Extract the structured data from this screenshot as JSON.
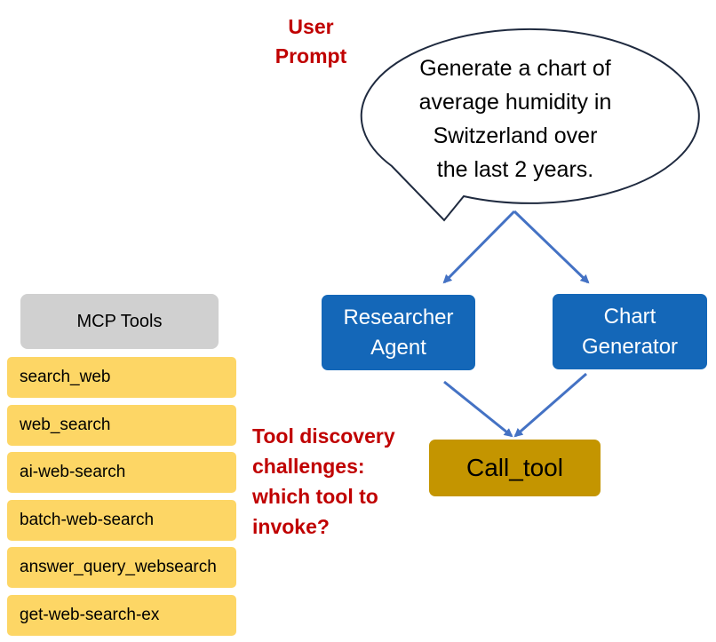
{
  "user_prompt": {
    "label": "User\nPrompt",
    "text": "Generate a chart of\naverage humidity in\nSwitzerland over\nthe last 2 years."
  },
  "agents": [
    {
      "label": "Researcher\nAgent"
    },
    {
      "label": "Chart\nGenerator"
    }
  ],
  "call_tool": {
    "label": "Call_tool"
  },
  "challenge_note": "Tool discovery\nchallenges:\nwhich tool to\ninvoke?",
  "mcp_tools": {
    "header": "MCP Tools",
    "items": [
      "search_web",
      "web_search",
      "ai-web-search",
      "batch-web-search",
      "answer_query_websearch",
      "get-web-search-ex"
    ]
  },
  "colors": {
    "agent_blue": "#1467b8",
    "call_tool_gold": "#c49500",
    "tool_yellow": "#fdd665",
    "header_gray": "#d0d0d0",
    "accent_red": "#c00000",
    "arrow_blue": "#4472c4"
  }
}
